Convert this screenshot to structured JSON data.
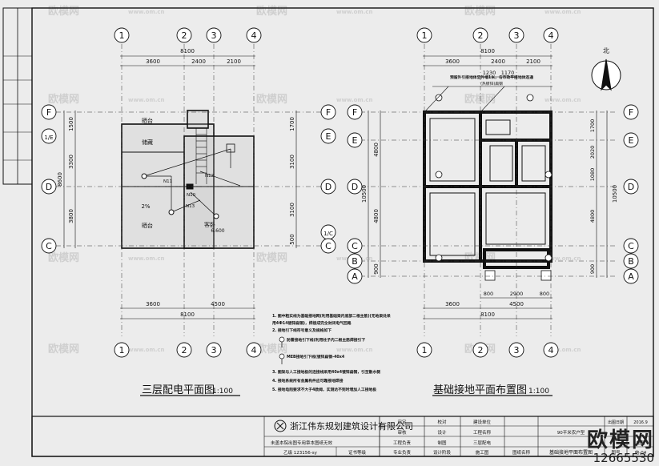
{
  "left_plan": {
    "title": "三层配电平面图",
    "scale": "1:100",
    "axis_top": [
      "1",
      "2",
      "3",
      "4"
    ],
    "axis_bottom": [
      "1",
      "2",
      "3",
      "4"
    ],
    "axis_left": [
      "F",
      "1/E",
      "D",
      "C"
    ],
    "axis_right": [
      "F",
      "E",
      "D",
      "1/C",
      "C"
    ],
    "dims_top_total": "8100",
    "dims_top": [
      "3600",
      "2400",
      "2100"
    ],
    "dims_bottom_total": "8100",
    "dims_bottom": [
      "3600",
      "4500"
    ],
    "dims_left_total": "8600",
    "dims_left": [
      "1500",
      "3300",
      "3800"
    ],
    "dims_right": [
      "1700",
      "3100",
      "3100",
      "500"
    ],
    "rooms": [
      "晒台",
      "储藏",
      "2%",
      "晒台",
      "客卧"
    ],
    "area": "6.600",
    "labels": [
      "N11",
      "N12",
      "N10",
      "N13"
    ]
  },
  "right_plan": {
    "title": "基础接地平面布置图",
    "scale": "1:100",
    "north": "北",
    "axis_top": [
      "1",
      "2",
      "3",
      "4"
    ],
    "axis_bottom": [
      "1",
      "2",
      "3",
      "4"
    ],
    "axis_left": [
      "F",
      "E",
      "D",
      "C",
      "B",
      "A"
    ],
    "axis_right": [
      "F",
      "E",
      "D",
      "C",
      "B",
      "A"
    ],
    "dims_top_total": "8100",
    "dims_top": [
      "3600",
      "2400",
      "2100"
    ],
    "dims_top_sub": [
      "1230",
      "1170"
    ],
    "dims_bottom_total": "8100",
    "dims_bottom": [
      "3600",
      "4500"
    ],
    "dims_bottom_sub": [
      "800",
      "2900",
      "800"
    ],
    "dims_left_total": "10500",
    "dims_left": [
      "4800",
      "4800",
      "900"
    ],
    "dims_right_total": "10500",
    "dims_right": [
      "1700",
      "2020",
      "1080",
      "4800",
      "900"
    ],
    "note_top": "预留外引接地体至外墙1米，与市政平接地体连通",
    "note_top2": "(热镀锌)扁钢"
  },
  "notes": [
    "1. 图中粗实线为基础接地网(利用基础梁内底部二根主筋)(无地梁处采",
    "用4Ф14镀锌扁钢)，焊接成完全封闭电气回路",
    "2. 接地引下线符号意义及规格如下",
    "防雷接地引下线(利用柱子内二根主筋焊接引下",
    "MEB接地引下线(镀锌扁钢-40x4",
    "3. 图架与人工接地极的连接线采用40x4镀锌扁钢，引至散水侧",
    "4. 接地系统所有金属构件应可靠接地焊接",
    "5. 接地电阻要求不大于4欧姆，实测达不到时增加人工接地极"
  ],
  "title_block": {
    "company": "浙江伟东规划建筑设计有限公司",
    "notice": "未盖本院出图专用章本图纸无效",
    "cert_label": "证书等级",
    "cert_value": "乙级 123156-sy",
    "rows": [
      [
        "审定",
        "校对",
        "建设单位"
      ],
      [
        "审核",
        "设计",
        "工程名称"
      ],
      [
        "工程负责",
        "制图",
        "三层配电"
      ],
      [
        "专业负责",
        "设计阶段",
        "施工图",
        "图纸名称",
        "基础接地平面布置图"
      ]
    ],
    "project_name": "90平米农户型",
    "date_label": "出图日期",
    "date": "2016.9",
    "profession": "电气",
    "sheet_label": "图号",
    "sheet_no": "电-04"
  },
  "brand": {
    "name": "欧模网",
    "id": "12665530",
    "watermark": "欧模网",
    "url": "www.om.cn"
  }
}
